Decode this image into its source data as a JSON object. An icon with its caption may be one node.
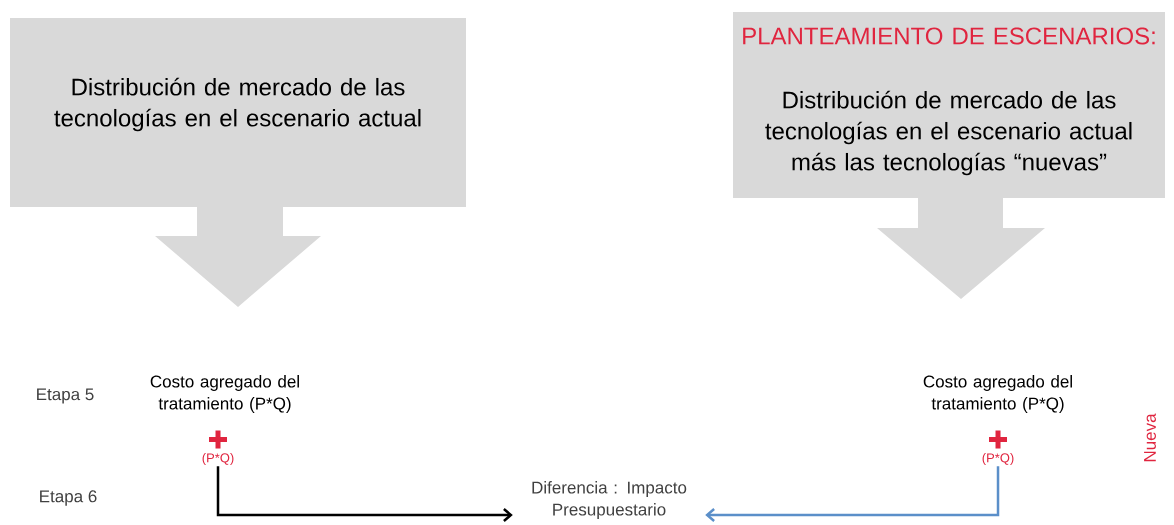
{
  "diagram": {
    "nodes": [
      {
        "text": [
          "Distribución de mercado de las tecnologías en el escenario actual"
        ]
      },
      {
        "text": [
          "PLANTEAMIENTO DE ESCENARIOS:",
          "Distribución de mercado de las tecnologías en el escenario actual más las tecnologías “nuevas”"
        ]
      },
      {
        "text": [
          "Costo agregado del tratamiento (P*Q)"
        ]
      },
      {
        "text": [
          "(P*Q)"
        ]
      },
      {
        "text": [
          "Costo agregado del tratamiento (P*Q)"
        ]
      },
      {
        "text": [
          "(P*Q)"
        ]
      },
      {
        "text": [
          "Diferencia : Impacto Presupuestario"
        ]
      }
    ],
    "edges": [
      {
        "from": 3,
        "to": 6,
        "arrow": "to",
        "color": "#000000"
      },
      {
        "from": 5,
        "to": 6,
        "arrow": "to",
        "color": "#5b8fc9"
      }
    ],
    "labels": [
      "Etapa 5",
      "Etapa 6",
      "Nueva"
    ]
  }
}
